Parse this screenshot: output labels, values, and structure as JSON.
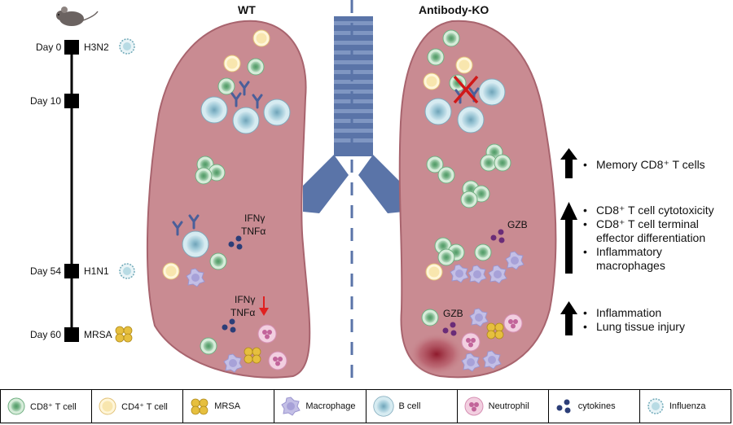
{
  "headers": {
    "wt": "WT",
    "ko": "Antibody-KO"
  },
  "timeline": [
    {
      "day": "Day 0",
      "event": "H3N2"
    },
    {
      "day": "Day 10",
      "event": ""
    },
    {
      "day": "Day 54",
      "event": "H1N1"
    },
    {
      "day": "Day 60",
      "event": "MRSA"
    }
  ],
  "wt_labels": {
    "cytokines_top_1": "IFNγ",
    "cytokines_top_2": "TNFα",
    "cytokines_bottom_1": "IFNγ",
    "cytokines_bottom_2": "TNFα"
  },
  "ko_labels": {
    "gzb_1": "GZB",
    "gzb_2": "GZB"
  },
  "effects": {
    "group1": [
      "Memory CD8⁺ T cells"
    ],
    "group2": [
      "CD8⁺ T cell cytotoxicity",
      "CD8⁺ T cell terminal",
      "effector differentiation",
      "Inflammatory",
      "macrophages"
    ],
    "group3": [
      "Inflammation",
      "Lung tissue injury"
    ]
  },
  "legend": [
    {
      "label": "CD8⁺ T cell",
      "icon": "cd8-t-cell-icon"
    },
    {
      "label": "CD4⁺ T cell",
      "icon": "cd4-t-cell-icon"
    },
    {
      "label": "MRSA",
      "icon": "mrsa-icon"
    },
    {
      "label": "Macrophage",
      "icon": "macrophage-icon"
    },
    {
      "label": "B cell",
      "icon": "b-cell-icon"
    },
    {
      "label": "Neutrophil",
      "icon": "neutrophil-icon"
    },
    {
      "label": "cytokines",
      "icon": "cytokines-icon"
    },
    {
      "label": "Influenza",
      "icon": "influenza-icon"
    }
  ],
  "colors": {
    "lung_fill": "#c98b92",
    "lung_stroke": "#a8646e",
    "trachea": "#5a74a8",
    "cd8": "#7fb88e",
    "cd4": "#f2dca0",
    "bcell": "#8fb8c8",
    "macrophage": "#a9a3d6",
    "neutrophil": "#e2a9c4",
    "mrsa": "#d9b23c",
    "cytokine_blue": "#2c3e78",
    "cytokine_purple": "#6a2c78",
    "arrow_red": "#e02020",
    "influenza": "#8cc2cf"
  }
}
